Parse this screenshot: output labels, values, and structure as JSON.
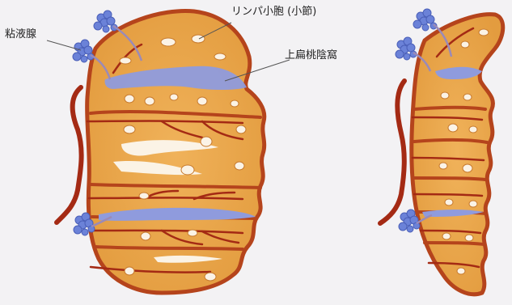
{
  "labels": {
    "mucous_gland": "粘液腺",
    "lymph_follicle": "リンパ小胞 (小節)",
    "supratonsillar_fossa": "上扁桃陰窩"
  },
  "colors": {
    "background": "#f3f2f4",
    "tissue_fill": "#e8a54a",
    "tissue_stroke": "#b5441c",
    "vessel": "#a42a14",
    "crypt": "#8f9bdd",
    "gland": "#6b82d8",
    "follicle": "#fbf3e6",
    "leader_line": "#555555"
  }
}
